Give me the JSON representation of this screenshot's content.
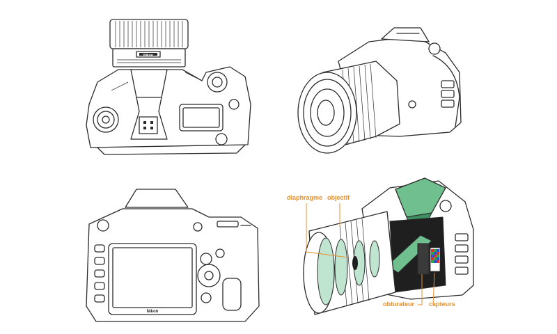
{
  "brand": {
    "top_logo": "Nikon",
    "back_logo": "Nikon"
  },
  "labels": {
    "diaphragme": "diaphragme",
    "objectif": "objectif",
    "obturateur": "obturateur",
    "capteurs": "capteurs"
  },
  "colors": {
    "line": "#2a2a2a",
    "label": "#e8902e",
    "mirror_green": "#6fbf8f",
    "mirror_dark": "#3d8f63",
    "glass_light": "#bfe4cf",
    "shutter_dark": "#1f1f1f",
    "sensor_red": "#d9342b",
    "sensor_blue": "#2b4fd9",
    "sensor_green": "#2ea84f"
  },
  "icons": [
    "lens-icon",
    "mirror-icon",
    "sensor-icon"
  ]
}
